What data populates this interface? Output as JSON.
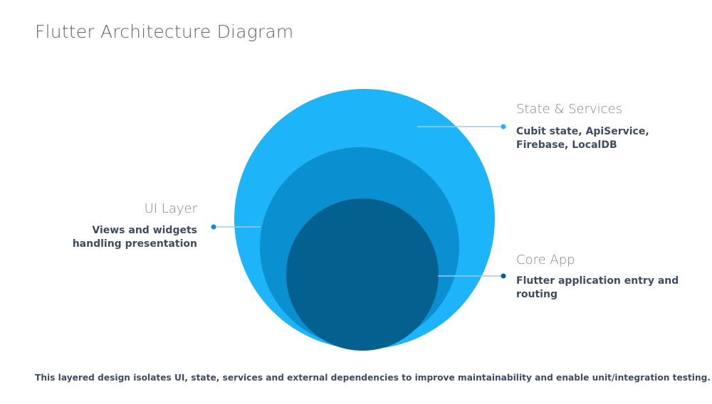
{
  "title": "Flutter Architecture Diagram",
  "colors": {
    "outer_circle": "#1eb4fa",
    "middle_circle": "#0a8fd0",
    "inner_circle": "#04608f",
    "connector": "#9ccde6",
    "dot_outer": "#1eb4fa",
    "dot_middle": "#0a8fd0",
    "dot_inner": "#04608f"
  },
  "layers": {
    "state_services": {
      "heading": "State & Services",
      "description": "Cubit state, ApiService, Firebase, LocalDB"
    },
    "ui_layer": {
      "heading": "UI Layer",
      "description": "Views and widgets handling presentation"
    },
    "core_app": {
      "heading": "Core App",
      "description": "Flutter application entry and routing"
    }
  },
  "footer": "This layered design isolates UI, state, services and external dependencies to improve maintainability and enable unit/integration testing."
}
